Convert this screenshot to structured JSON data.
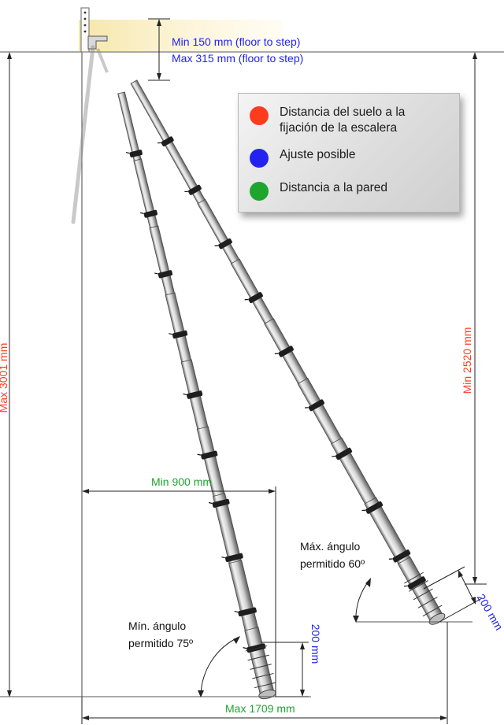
{
  "step_range": {
    "min": "Min 150 mm (floor to step)",
    "max": "Max 315 mm (floor to step)"
  },
  "legend": {
    "items": [
      {
        "line1": "Distancia del suelo a la",
        "line2": "fijación de la escalera",
        "color": "#ff3b1f"
      },
      {
        "line1": "Ajuste posible",
        "line2": "",
        "color": "#2323f0"
      },
      {
        "line1": "Distancia a la pared",
        "line2": "",
        "color": "#1ea52e"
      }
    ]
  },
  "dimensions": {
    "max_height": "Max 3001 mm",
    "min_height": "Min  2520 mm",
    "min_wall_distance": "Min  900 mm",
    "max_wall_distance": "Max  1709 mm",
    "foot_right": "200 mm",
    "foot_left": "200 mm"
  },
  "angles": {
    "max_line1": "Máx. ángulo",
    "max_line2": "permitido 60º",
    "min_line1": "Mín. ángulo",
    "min_line2": "permitido 75º"
  },
  "colors": {
    "red": "#ff3b1f",
    "blue": "#2323f0",
    "green": "#1ea52e",
    "dim_line": "#222222"
  }
}
